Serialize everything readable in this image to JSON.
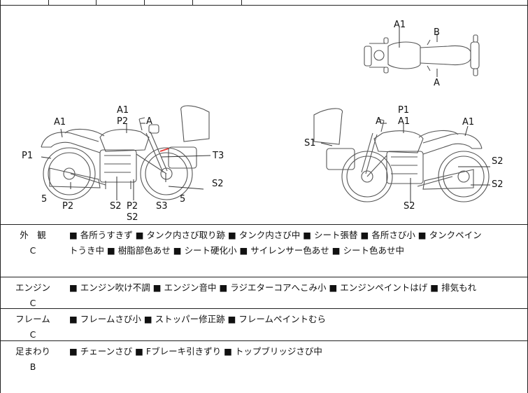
{
  "diagram": {
    "top_view_labels": {
      "a1": "A1",
      "b": "B",
      "a": "A"
    },
    "left_view_labels": {
      "a1_top": "A1",
      "p2_top": "P2",
      "a_mirror": "A",
      "a1_tank": "A1",
      "p1": "P1",
      "t3": "T3",
      "n5_left": "5",
      "p2_bottom": "P2",
      "s2_bottom": "S2",
      "p2_bottom2": "P2",
      "s2_under": "S2",
      "s3": "S3",
      "n5_right": "5",
      "s2_right": "S2"
    },
    "right_view_labels": {
      "p1": "P1",
      "a1_top": "A1",
      "a_mirror": "A",
      "a1_rear": "A1",
      "s1": "S1",
      "s2_mid": "S2",
      "s2_low": "S2",
      "s2_bottom": "S2"
    }
  },
  "rows": [
    {
      "name": "外　観",
      "grade": "C",
      "line1": "■ 各所うすきず ■ タンク内さび取り跡 ■ タンク内さび中 ■ シート張替 ■ 各所さび小 ■ タンクペイン",
      "line2": "トうき中 ■ 樹脂部色あせ ■ シート硬化小 ■ サイレンサー色あせ ■ シート色あせ中"
    },
    {
      "name": "エンジン",
      "grade": "C",
      "line1": "■ エンジン吹け不調 ■ エンジン音中 ■ ラジエターコアへこみ小 ■ エンジンペイントはげ ■ 排気もれ",
      "line2": ""
    },
    {
      "name": "フレーム",
      "grade": "C",
      "line1": "■ フレームさび小 ■ ストッパー修正跡 ■ フレームペイントむら",
      "line2": ""
    },
    {
      "name": "足まわり",
      "grade": "B",
      "line1": "■ チェーンさび ■ Fブレーキ引きずり ■ トップブリッジさび中",
      "line2": ""
    }
  ]
}
